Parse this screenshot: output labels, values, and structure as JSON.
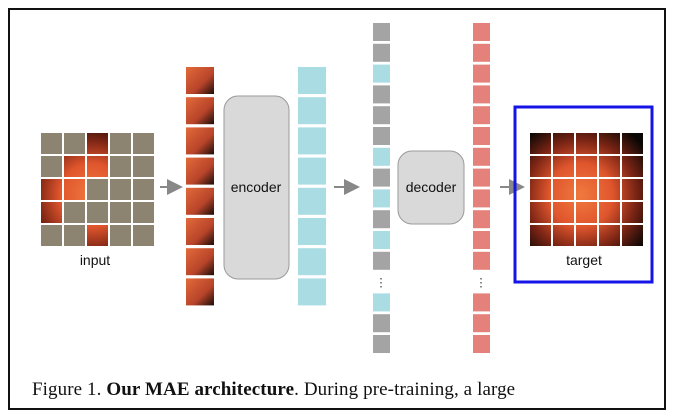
{
  "labels": {
    "input": "input",
    "encoder": "encoder",
    "decoder": "decoder",
    "target": "target"
  },
  "ellipsis": "⋮",
  "caption": {
    "prefix": "Figure 1.",
    "bold": "Our MAE architecture",
    "rest": ".  During pre-training, a large"
  },
  "colors": {
    "masked_patch": "#8c8471",
    "encoded_token": "#a9dde3",
    "mask_token": "#a4a4a4",
    "decoder_token": "#e4817a",
    "encoder_box": "#d9d9d9",
    "arrow": "#888888",
    "target_border": "#1414e6"
  },
  "grid": {
    "rows": 5,
    "cols": 5,
    "visible_input_patches": [
      [
        0,
        2
      ],
      [
        1,
        1
      ],
      [
        1,
        2
      ],
      [
        2,
        0
      ],
      [
        2,
        1
      ],
      [
        3,
        0
      ],
      [
        4,
        2
      ]
    ],
    "encoder_tokens": 8,
    "decoder_column_pattern": [
      "mask",
      "mask",
      "enc",
      "mask",
      "mask",
      "mask",
      "enc",
      "mask",
      "enc",
      "mask",
      "enc",
      "mask",
      "gap",
      "enc",
      "mask",
      "mask"
    ]
  }
}
